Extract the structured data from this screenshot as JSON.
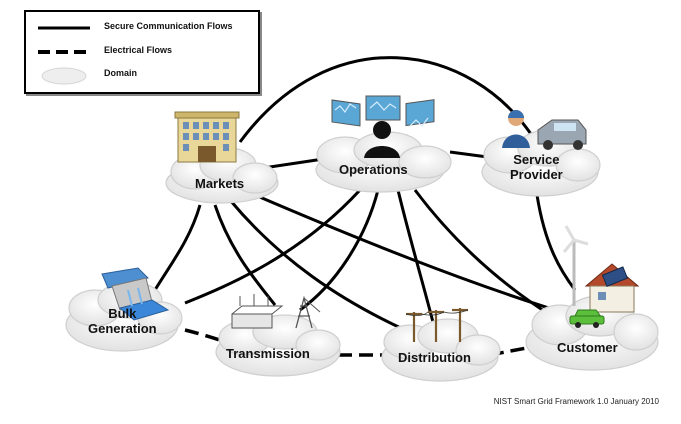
{
  "legend": {
    "secure_label": "Secure Communication Flows",
    "electrical_label": "Electrical Flows",
    "domain_label": "Domain"
  },
  "domains": {
    "markets": "Markets",
    "operations": "Operations",
    "service_provider": "Service\nProvider",
    "bulk_generation": "Bulk\nGeneration",
    "transmission": "Transmission",
    "distribution": "Distribution",
    "customer": "Customer"
  },
  "footer": "NIST Smart Grid Framework 1.0 January 2010",
  "icons": {
    "markets": "building-icon",
    "operations": "operator-monitors-icon",
    "service_provider": "technician-truck-icon",
    "bulk_generation": "hydro-dam-icon",
    "transmission": "substation-icon",
    "distribution": "utility-poles-icon",
    "customer": "house-wind-solar-ev-icon"
  },
  "colors": {
    "line": "#000000",
    "cloud": "#eeeeee",
    "cloud_edge": "#d6d6d6"
  }
}
